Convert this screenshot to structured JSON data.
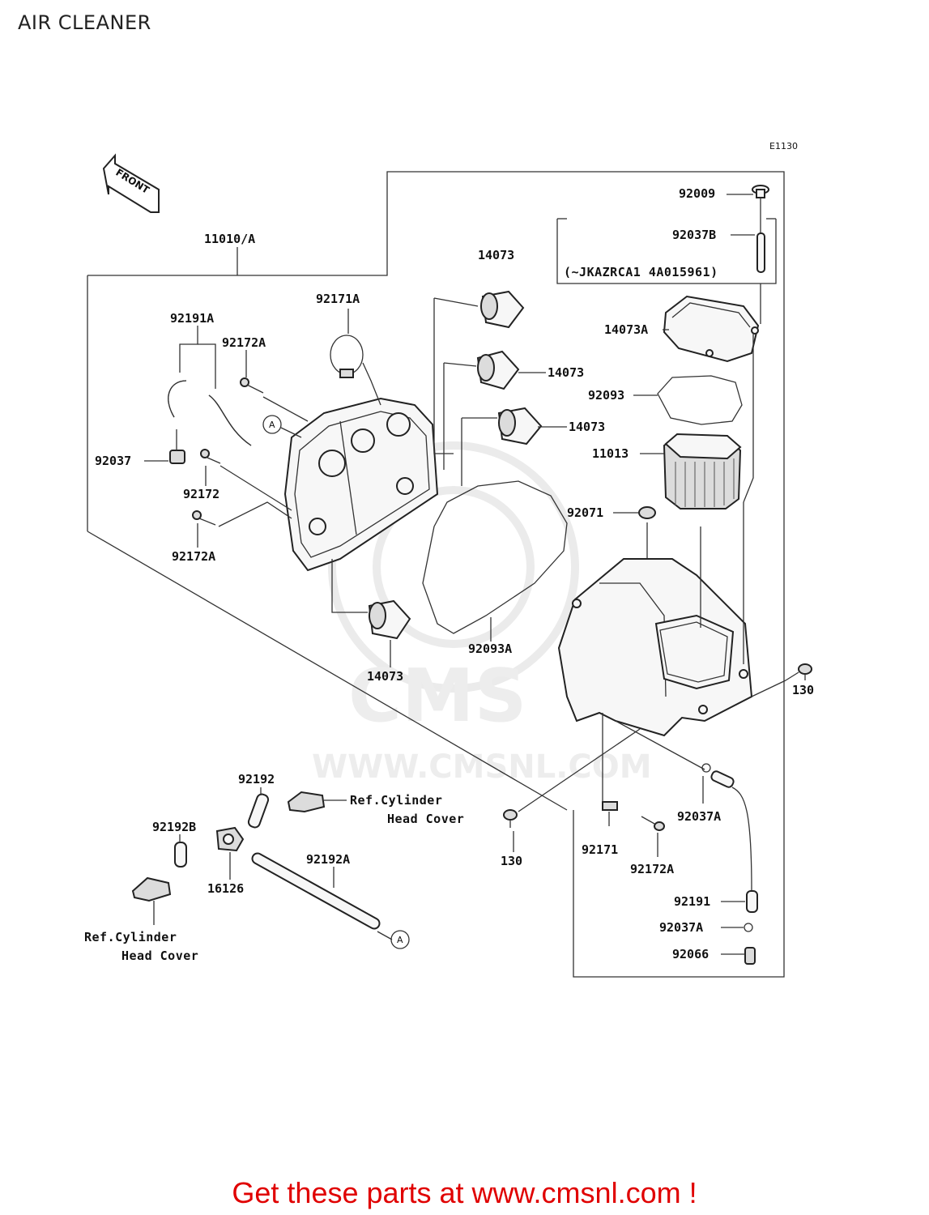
{
  "title": "AIR CLEANER",
  "diagram_code": "E1130",
  "front_label": "FRONT",
  "labels": {
    "l_11010A": "11010/A",
    "l_92009": "92009",
    "l_92037B": "92037B",
    "l_serial": "(~JKAZRCA1 4A015961)",
    "l_14073A": "14073A",
    "l_92093": "92093",
    "l_11013": "11013",
    "l_92071": "92071",
    "l_14073_1": "14073",
    "l_14073_2": "14073",
    "l_14073_3": "14073",
    "l_14073_4": "14073",
    "l_92171A": "92171A",
    "l_92191A": "92191A",
    "l_92172A_1": "92172A",
    "l_92037": "92037",
    "l_92172": "92172",
    "l_92172A_2": "92172A",
    "l_92093A": "92093A",
    "l_130_1": "130",
    "l_130_2": "130",
    "l_92037A_1": "92037A",
    "l_92171": "92171",
    "l_92172A_3": "92172A",
    "l_92191": "92191",
    "l_92037A_2": "92037A",
    "l_92066": "92066",
    "l_92192": "92192",
    "l_92192B": "92192B",
    "l_92192A": "92192A",
    "l_16126": "16126",
    "ref1_line1": "Ref.Cylinder",
    "ref1_line2": "Head Cover",
    "ref2_line1": "Ref.Cylinder",
    "ref2_line2": "Head Cover",
    "marker_a": "A"
  },
  "watermark": "WWW.CMSNL.COM",
  "promo": "Get these parts at www.cmsnl.com !",
  "colors": {
    "promo": "#e00000",
    "line": "#333333"
  }
}
